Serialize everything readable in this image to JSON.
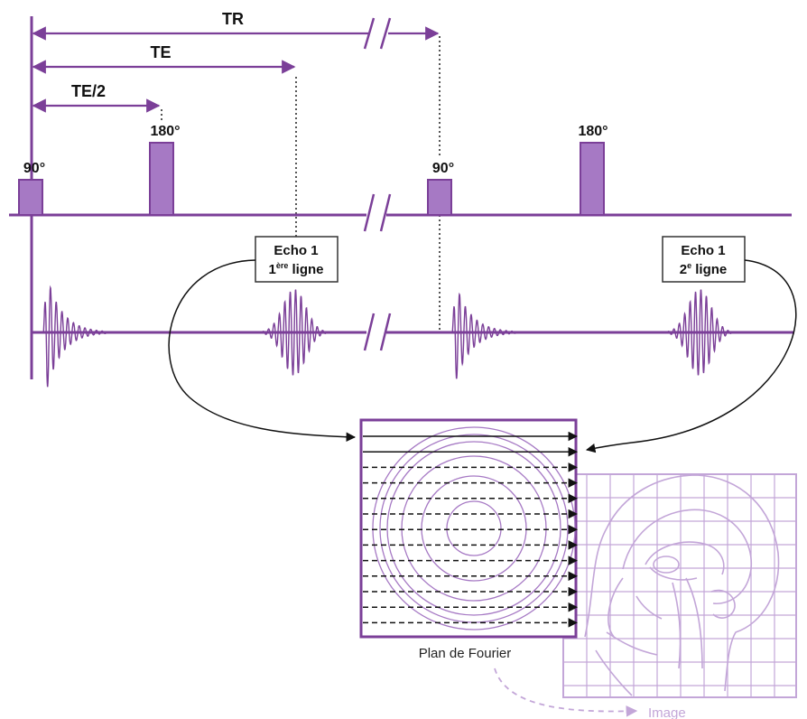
{
  "colors": {
    "primary": "#7b3f98",
    "pulse_fill": "#a679c4",
    "light": "#c3a6d8",
    "text": "#111111",
    "arrow": "#111111"
  },
  "intervals": {
    "tr": "TR",
    "te": "TE",
    "te_half": "TE/2"
  },
  "pulses": {
    "p90_first": "90°",
    "p180_first": "180°",
    "p90_second": "90°",
    "p180_second": "180°"
  },
  "echo1": {
    "line1": "Echo 1",
    "line2_num": "1",
    "line2_sup": "ère",
    "line2_word": " ligne"
  },
  "echo2": {
    "line1": "Echo 1",
    "line2_num": "2",
    "line2_sup": "e",
    "line2_word": " ligne"
  },
  "fourier_label": "Plan de Fourier",
  "image_label": "Image"
}
